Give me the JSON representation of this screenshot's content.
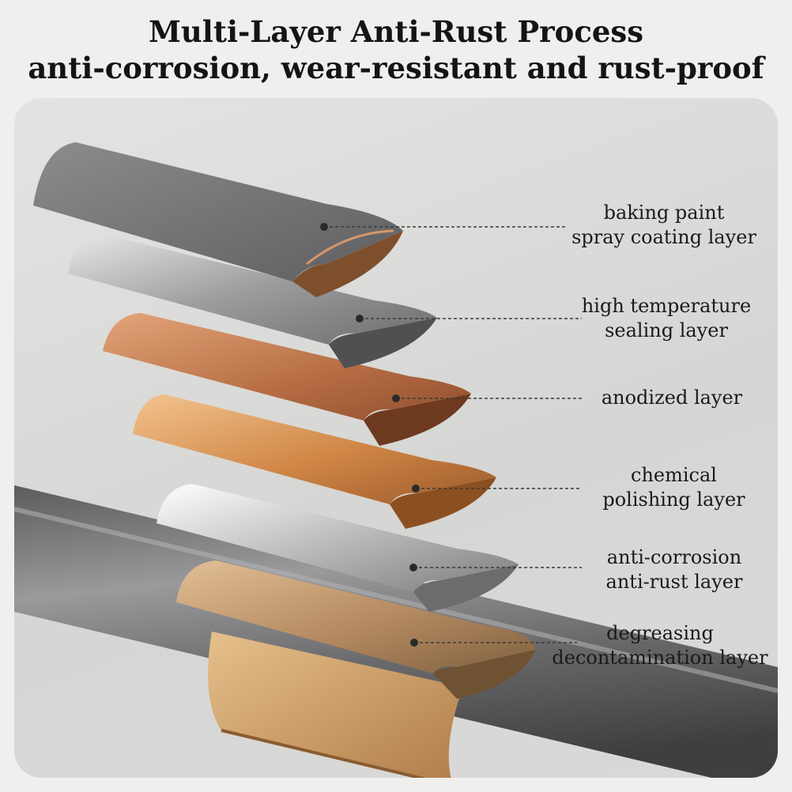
{
  "header": {
    "title_line1": "Multi-Layer Anti-Rust Process",
    "title_line2": "anti-corrosion, wear-resistant and rust-proof"
  },
  "layers": [
    {
      "line1": "baking paint",
      "line2": "spray coating layer",
      "color": "#7a7a7c"
    },
    {
      "line1": "high temperature",
      "line2": "sealing layer",
      "color": "#a6a6a8"
    },
    {
      "line1": "anodized layer",
      "line2": "",
      "color": "#c9845a"
    },
    {
      "line1": "chemical",
      "line2": "polishing layer",
      "color": "#d79a64"
    },
    {
      "line1": "anti-corrosion",
      "line2": "anti-rust layer",
      "color": "#cfcfcf"
    },
    {
      "line1": "degreasing",
      "line2": "decontamination layer",
      "color": "#c8a47c"
    }
  ]
}
